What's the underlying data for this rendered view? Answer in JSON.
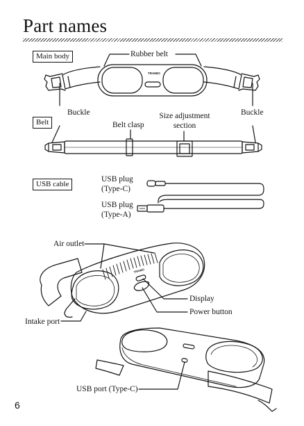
{
  "page": {
    "title": "Part names",
    "page_number": "6"
  },
  "sections": {
    "main_body": "Main body",
    "belt": "Belt",
    "usb_cable": "USB cable"
  },
  "labels": {
    "rubber_belt": "Rubber belt",
    "buckle_left": "Buckle",
    "buckle_right": "Buckle",
    "belt_clasp": "Belt clasp",
    "size_adjustment_line1": "Size adjustment",
    "size_adjustment_line2": "section",
    "usb_plug_c_line1": "USB plug",
    "usb_plug_c_line2": "(Type-C)",
    "usb_plug_a_line1": "USB plug",
    "usb_plug_a_line2": "(Type-A)",
    "air_outlet": "Air outlet",
    "display": "Display",
    "power_button": "Power button",
    "intake_port": "Intake port",
    "usb_port": "USB port (Type-C)"
  },
  "device_logo": "TRAMIO"
}
